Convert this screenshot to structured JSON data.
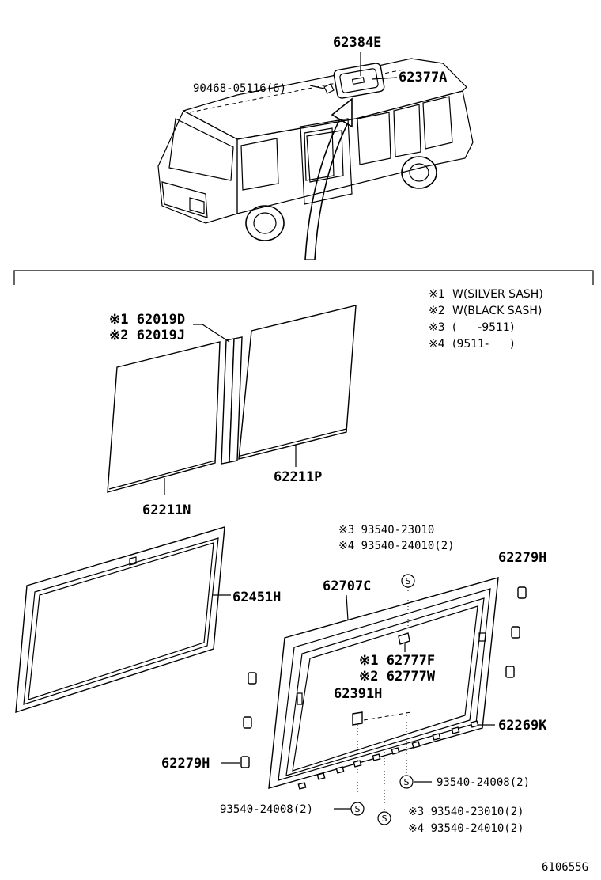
{
  "notes": [
    {
      "mark": "※1",
      "text": "W(SILVER SASH)"
    },
    {
      "mark": "※2",
      "text": "W(BLACK SASH)"
    },
    {
      "mark": "※3",
      "text": "(      -9511)"
    },
    {
      "mark": "※4",
      "text": "(9511-      )"
    }
  ],
  "parts": {
    "p62384E": "62384E",
    "p62377A": "62377A",
    "p90468": "90468-05116(6)",
    "p62019D": "※1 62019D",
    "p62019J": "※2 62019J",
    "p62211P": "62211P",
    "p62211N": "62211N",
    "p62451H": "62451H",
    "p93540_23010_top": "※3 93540-23010",
    "p93540_24010_top": "※4 93540-24010(2)",
    "p62707C": "62707C",
    "p62279H_right": "62279H",
    "p62777F": "※1 62777F",
    "p62777W": "※2 62777W",
    "p62391H": "62391H",
    "p62269K": "62269K",
    "p62279H_left": "62279H",
    "p93540_24008_right": "93540-24008(2)",
    "p93540_24008_left": "93540-24008(2)",
    "p93540_23010_bot": "※3 93540-23010(2)",
    "p93540_24010_bot": "※4 93540-24010(2)"
  },
  "symbols": {
    "screw": "S"
  },
  "drawing_id": "610655G"
}
